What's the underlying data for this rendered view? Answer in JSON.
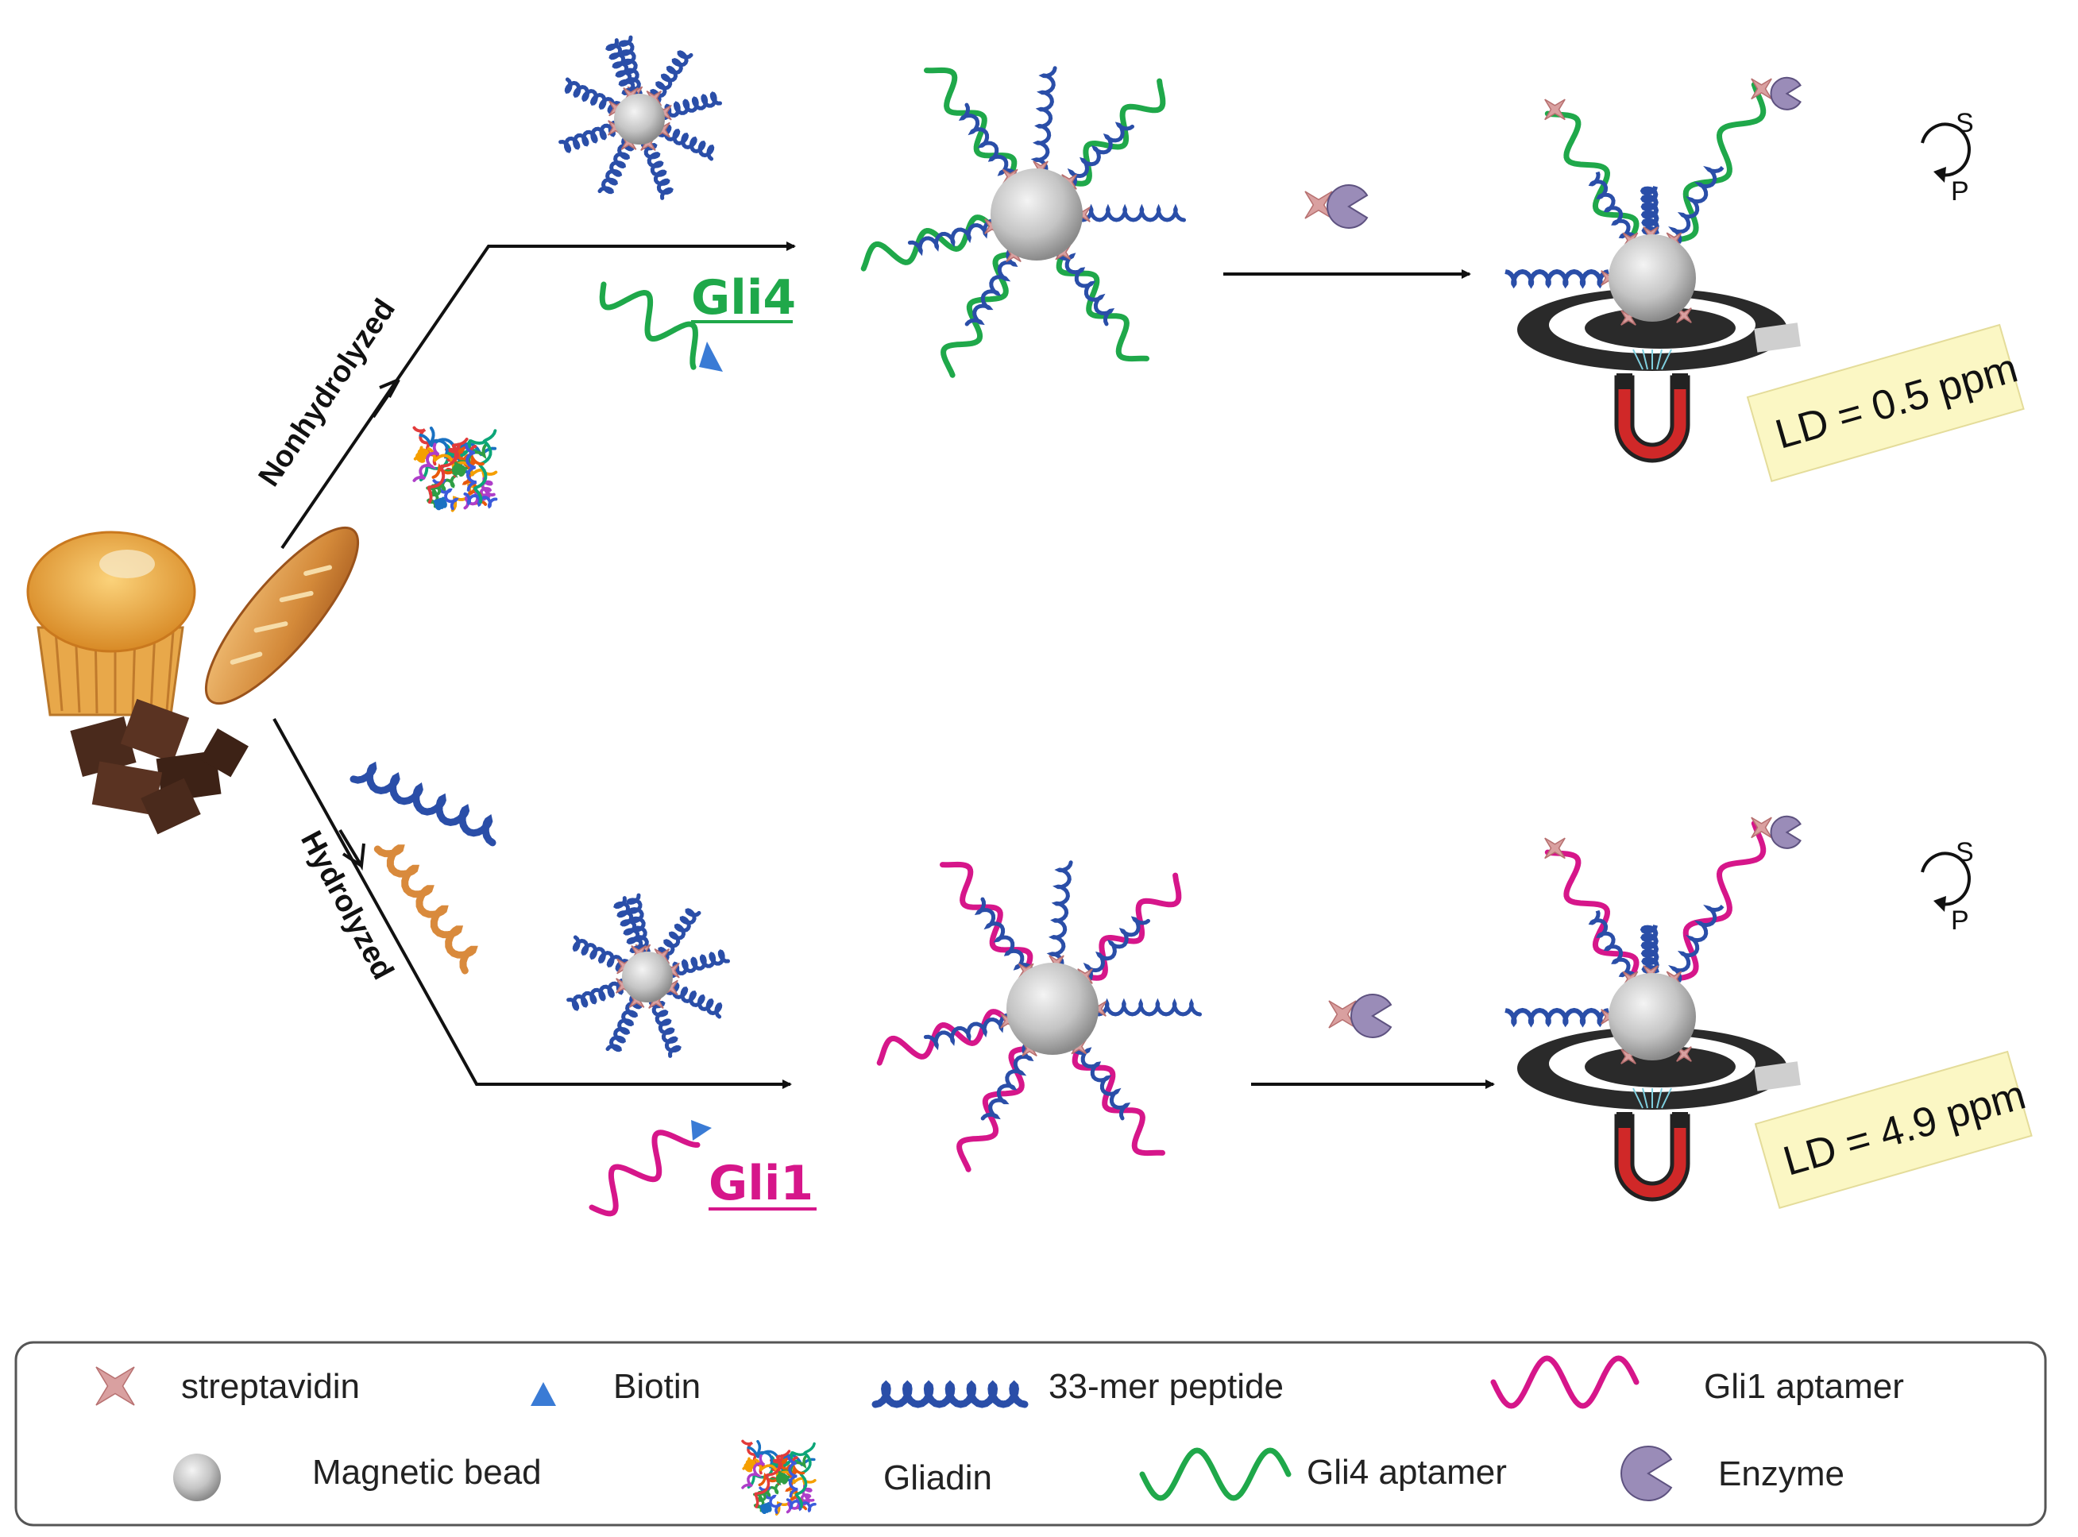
{
  "routes": {
    "top": "Nonhydrolyzed",
    "bottom": "Hydrolyzed"
  },
  "aptamers": {
    "top": "Gli4",
    "bottom": "Gli1"
  },
  "detection_limits": {
    "top": "LD = 0.5 ppm",
    "bottom": "LD = 4.9 ppm"
  },
  "reaction": {
    "substrate": "S",
    "product": "P"
  },
  "legend": {
    "streptavidin": "streptavidin",
    "biotin": "Biotin",
    "peptide": "33-mer peptide",
    "gli1": "Gli1 aptamer",
    "bead": "Magnetic bead",
    "gliadin": "Gliadin",
    "gli4": "Gli4 aptamer",
    "enzyme": "Enzyme"
  },
  "colors": {
    "gli4": "#1fa84a",
    "gli1": "#d6168a",
    "peptide": "#2a4ea8",
    "peptide_orange": "#d98a3c",
    "streptavidin": "#d9a0a0",
    "bead": "#c8c8c8",
    "enzyme": "#9a8cb8",
    "ld_box": "#fbf7c4"
  }
}
